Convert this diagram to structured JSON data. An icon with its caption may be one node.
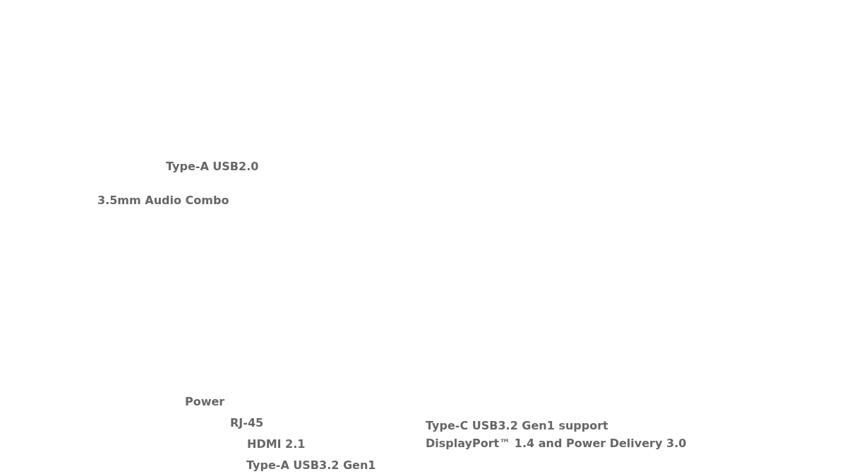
{
  "diagram": {
    "labels": [
      "Type-A USB2.0",
      "3.5mm Audio Combo",
      "Power",
      "RJ-45",
      "Type-C USB3.2 Gen1 support DisplayPort™ 1.4 and Power Delivery 3.0",
      "HDMI 2.1",
      "Type-A USB3.2 Gen1"
    ]
  }
}
